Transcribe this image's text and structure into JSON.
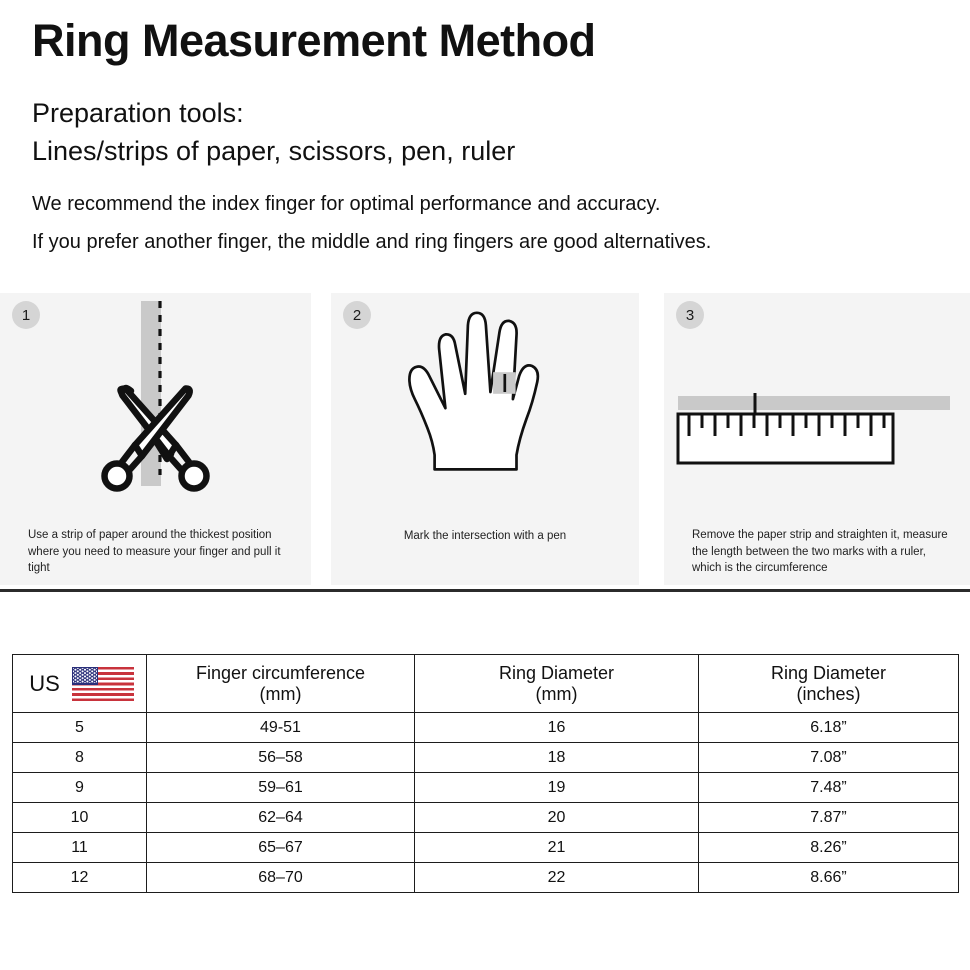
{
  "header": {
    "title": "Ring Measurement Method",
    "prep_label": "Preparation tools:",
    "prep_items": "Lines/strips of paper, scissors, pen, ruler",
    "recommend_line_1": "We recommend the index finger for optimal performance and accuracy.",
    "recommend_line_2": "If you prefer another finger, the middle and ring fingers are good alternatives."
  },
  "steps": [
    {
      "number": "1",
      "icon": "scissors-cutting-paper-strip-icon",
      "caption": "Use a strip of paper around the thickest position where you need to measure your finger and pull it tight"
    },
    {
      "number": "2",
      "icon": "hand-with-paper-strip-on-finger-icon",
      "caption": "Mark the intersection with a pen"
    },
    {
      "number": "3",
      "icon": "ruler-measuring-paper-strip-icon",
      "caption": "Remove the paper strip and straighten it, measure the length between the two marks with a ruler, which is the circumference"
    }
  ],
  "table": {
    "headers": [
      "US",
      "Finger circumference\n(mm)",
      "Ring Diameter\n(mm)",
      "Ring Diameter\n(inches)"
    ],
    "header_parts": {
      "us_label": "US",
      "us_flag_icon": "us-flag-icon",
      "col2_line1": "Finger circumference",
      "col2_line2": "(mm)",
      "col3_line1": "Ring Diameter",
      "col3_line2": "(mm)",
      "col4_line1": "Ring Diameter",
      "col4_line2": "(inches)"
    },
    "rows": [
      {
        "us": "5",
        "circumference_mm": "49-51",
        "diameter_mm": "16",
        "diameter_in": "6.18”"
      },
      {
        "us": "8",
        "circumference_mm": "56–58",
        "diameter_mm": "18",
        "diameter_in": "7.08”"
      },
      {
        "us": "9",
        "circumference_mm": "59–61",
        "diameter_mm": "19",
        "diameter_in": "7.48”"
      },
      {
        "us": "10",
        "circumference_mm": "62–64",
        "diameter_mm": "20",
        "diameter_in": "7.87”"
      },
      {
        "us": "11",
        "circumference_mm": "65–67",
        "diameter_mm": "21",
        "diameter_in": "8.26”"
      },
      {
        "us": "12",
        "circumference_mm": "68–70",
        "diameter_mm": "22",
        "diameter_in": "8.66”"
      }
    ]
  },
  "colors": {
    "panel_background": "#f4f4f4",
    "badge_background": "#d5d5d5",
    "paper_strip_gray": "#c9c9c9",
    "line_black": "#111111",
    "flag_red": "#c8333c",
    "flag_blue": "#2a2f7a"
  }
}
